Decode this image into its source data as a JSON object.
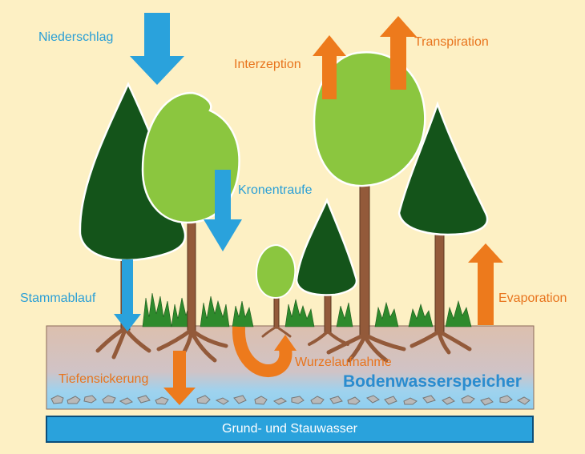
{
  "labels": {
    "niederschlag": "Niederschlag",
    "interzeption": "Interzeption",
    "transpiration": "Transpiration",
    "kronentraufe": "Kronentraufe",
    "stammablauf": "Stammablauf",
    "evaporation": "Evaporation",
    "wurzelaufnahme": "Wurzelaufnahme",
    "tiefensickerung": "Tiefensickerung",
    "bodenwasserspeicher": "Bodenwasserspeicher",
    "grundwasser": "Grund- und Stauwasser"
  },
  "colors": {
    "background": "#fdf0c4",
    "water_blue": "#2aa2dc",
    "flow_orange": "#ed7a1c",
    "conifer": "#14541a",
    "deciduous": "#8bc63f",
    "trunk": "#935a3a",
    "soil": "#d9b9a8"
  }
}
